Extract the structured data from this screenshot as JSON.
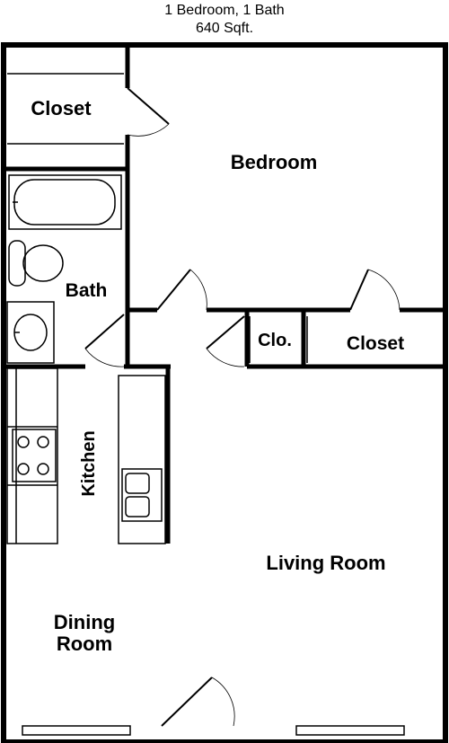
{
  "header": {
    "title": "1 Bedroom, 1 Bath",
    "area": "640 Sqft."
  },
  "rooms": {
    "closet_top": "Closet",
    "bedroom": "Bedroom",
    "bath": "Bath",
    "clo": "Clo.",
    "closet_right": "Closet",
    "kitchen": "Kitchen",
    "living_room": "Living Room",
    "dining_line1": "Dining",
    "dining_line2": "Room"
  }
}
